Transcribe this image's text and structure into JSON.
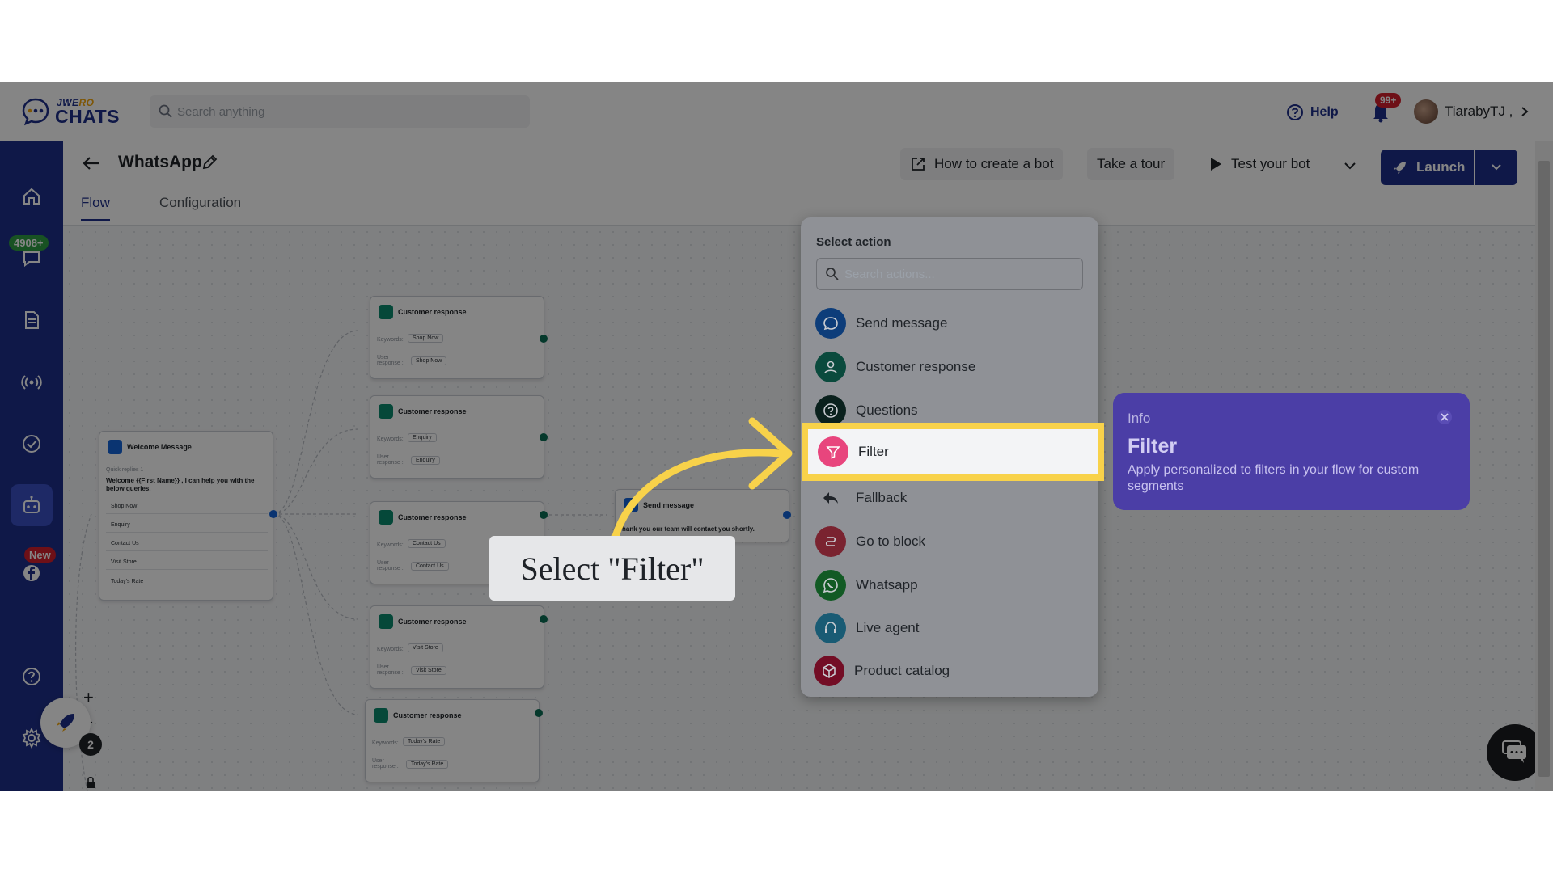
{
  "app": {
    "logo_sub_1": "JWE",
    "logo_sub_2": "RO",
    "logo_main": "CHATS",
    "search_placeholder": "Search anything",
    "help_label": "Help",
    "notification_badge": "99+",
    "user_name": "TiarabyTJ ,"
  },
  "sidebar": {
    "conversations_badge": "4908+",
    "facebook_badge": "New"
  },
  "bot": {
    "title": "WhatsApp",
    "tabs": [
      "Flow",
      "Configuration"
    ],
    "how_to_label": "How to create a bot",
    "tour_label": "Take a tour",
    "test_label": "Test your bot",
    "launch_label": "Launch"
  },
  "flow": {
    "welcome": {
      "title": "Welcome Message",
      "quick_replies_label": "Quick replies 1",
      "text": "Welcome {{First Name}} , I can help you with the below queries.",
      "options": [
        "Shop Now",
        "Enquiry",
        "Contact Us",
        "Visit Store",
        "Today's Rate"
      ]
    },
    "customer_responses": [
      {
        "title": "Customer response",
        "keyword_label": "Keywords:",
        "keyword": "Shop Now",
        "response_label": "User response :",
        "response": "Shop Now"
      },
      {
        "title": "Customer response",
        "keyword_label": "Keywords:",
        "keyword": "Enquiry",
        "response_label": "User response :",
        "response": "Enquiry"
      },
      {
        "title": "Customer response",
        "keyword_label": "Keywords:",
        "keyword": "Contact Us",
        "response_label": "User response :",
        "response": "Contact Us"
      },
      {
        "title": "Customer response",
        "keyword_label": "Keywords:",
        "keyword": "Visit Store",
        "response_label": "User response :",
        "response": "Visit Store"
      },
      {
        "title": "Customer response",
        "keyword_label": "Keywords:",
        "keyword": "Today's Rate",
        "response_label": "User response :",
        "response": "Today's Rate"
      }
    ],
    "send_message": {
      "title": "Send message",
      "text": "hank you our team will contact you shortly."
    },
    "zoom_plus": "+",
    "zoom_minus": "-",
    "notification_count": "2"
  },
  "action_panel": {
    "heading": "Select action",
    "search_placeholder": "Search actions...",
    "actions": [
      {
        "label": "Send message",
        "icon": "chat-bubble-icon",
        "color": "#1565d8"
      },
      {
        "label": "Customer response",
        "icon": "person-icon",
        "color": "#0b8a6e"
      },
      {
        "label": "Questions",
        "icon": "question-icon",
        "color": "#0f3b34"
      },
      {
        "label": "Filter",
        "icon": "funnel-icon",
        "color": "#e8457d"
      },
      {
        "label": "Fallback",
        "icon": "reply-arrow-icon",
        "color": "#1f2328"
      },
      {
        "label": "Go to block",
        "icon": "route-icon",
        "color": "#d43a4f"
      },
      {
        "label": "Whatsapp",
        "icon": "whatsapp-icon",
        "color": "#1f9d3e"
      },
      {
        "label": "Live agent",
        "icon": "headset-icon",
        "color": "#2c9ec9"
      },
      {
        "label": "Product catalog",
        "icon": "box-icon",
        "color": "#c8173f"
      }
    ]
  },
  "info_tooltip": {
    "label": "Info",
    "title": "Filter",
    "description": "Apply personalized to filters in your flow for custom segments"
  },
  "callout": {
    "text": "Select \"Filter\""
  },
  "colors": {
    "brand": "#1e2f8a",
    "highlight": "#f8d24a",
    "info_bg": "#4b3ea6"
  }
}
